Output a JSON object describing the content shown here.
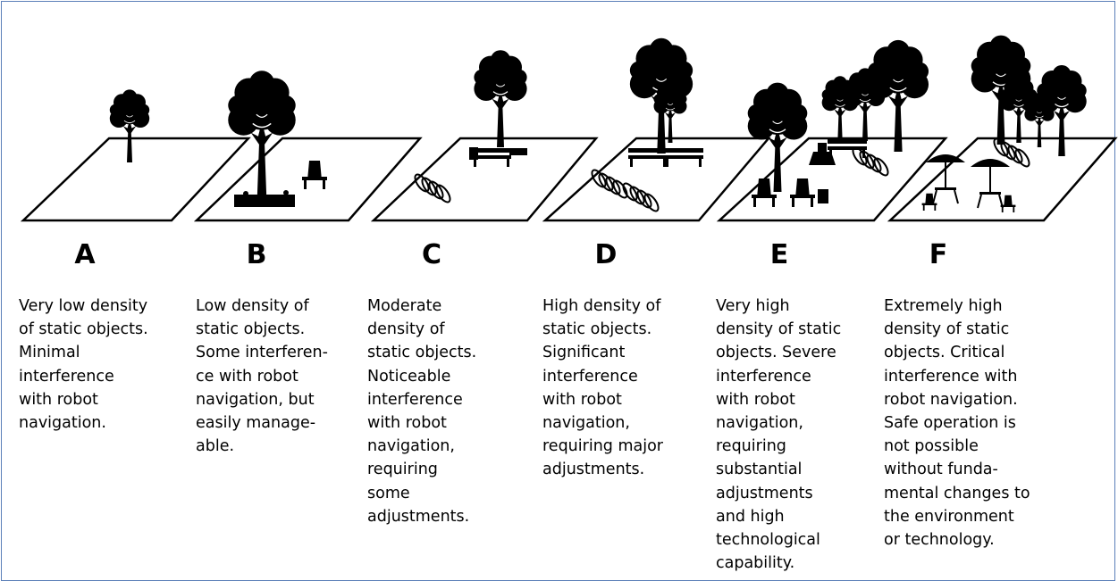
{
  "levels": [
    {
      "letter": "A",
      "description": "Very low density\nof static objects.\nMinimal\ninterference\nwith robot\nnavigation."
    },
    {
      "letter": "B",
      "description": "Low density of\nstatic objects.\nSome interferen-\nce with robot\nnavigation, but\neasily manage-\nable."
    },
    {
      "letter": "C",
      "description": "Moderate\ndensity of\nstatic objects.\nNoticeable\ninterference\nwith robot\nnavigation,\nrequiring\nsome\nadjustments."
    },
    {
      "letter": "D",
      "description": "High density of\nstatic objects.\nSignificant\ninterference\nwith robot\nnavigation,\nrequiring major\nadjustments."
    },
    {
      "letter": "E",
      "description": "Very high\ndensity of static\nobjects. Severe\ninterference\nwith robot\nnavigation,\nrequiring\nsubstantial\nadjustments\nand high\ntechnological\ncapability."
    },
    {
      "letter": "F",
      "description": "Extremely high\ndensity of static\nobjects. Critical\ninterference with\nrobot navigation.\nSafe operation is\nnot possible\nwithout funda-\nmental changes to\nthe environment\nor technology."
    }
  ],
  "colors": {
    "frame": "#5b7fb8",
    "ink": "#000000"
  }
}
